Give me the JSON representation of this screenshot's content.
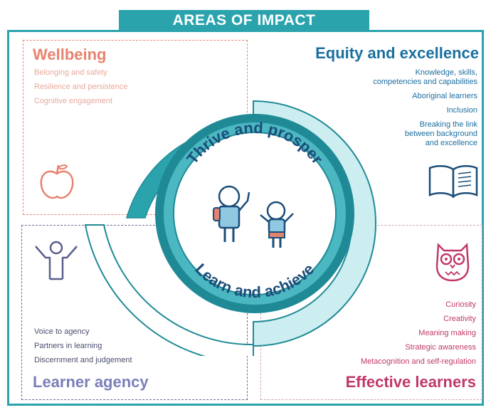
{
  "title": "AREAS OF IMPACT",
  "center": {
    "top_text": "Thrive and prosper",
    "bottom_text": "Learn and achieve"
  },
  "quadrants": {
    "wellbeing": {
      "heading": "Wellbeing",
      "items": [
        "Belonging and safety",
        "Resilience and persistence",
        "Cognitive engagement"
      ],
      "icon": "apple-icon",
      "color": "#e8826e"
    },
    "equity": {
      "heading": "Equity and excellence",
      "items": [
        "Knowledge, skills,",
        "competencies and capabilities",
        "Aboriginal learners",
        "Inclusion",
        "Breaking the link",
        "between background",
        "and excellence"
      ],
      "icon": "open-book-icon",
      "color": "#1a6fa0"
    },
    "agency": {
      "heading": "Learner agency",
      "items": [
        "Voice to agency",
        "Partners in learning",
        "Discernment and judgement"
      ],
      "icon": "person-arms-up-icon",
      "color": "#7a7fb8"
    },
    "effective": {
      "heading": "Effective learners",
      "items": [
        "Curiosity",
        "Creativity",
        "Meaning making",
        "Strategic awareness",
        "Metacognition and self-regulation"
      ],
      "icon": "owl-icon",
      "color": "#c0386a"
    }
  },
  "colors": {
    "teal": "#2aa3ad",
    "dark_teal": "#1f8a96",
    "light_teal": "#a8dde3",
    "navy": "#1a4d7a"
  }
}
